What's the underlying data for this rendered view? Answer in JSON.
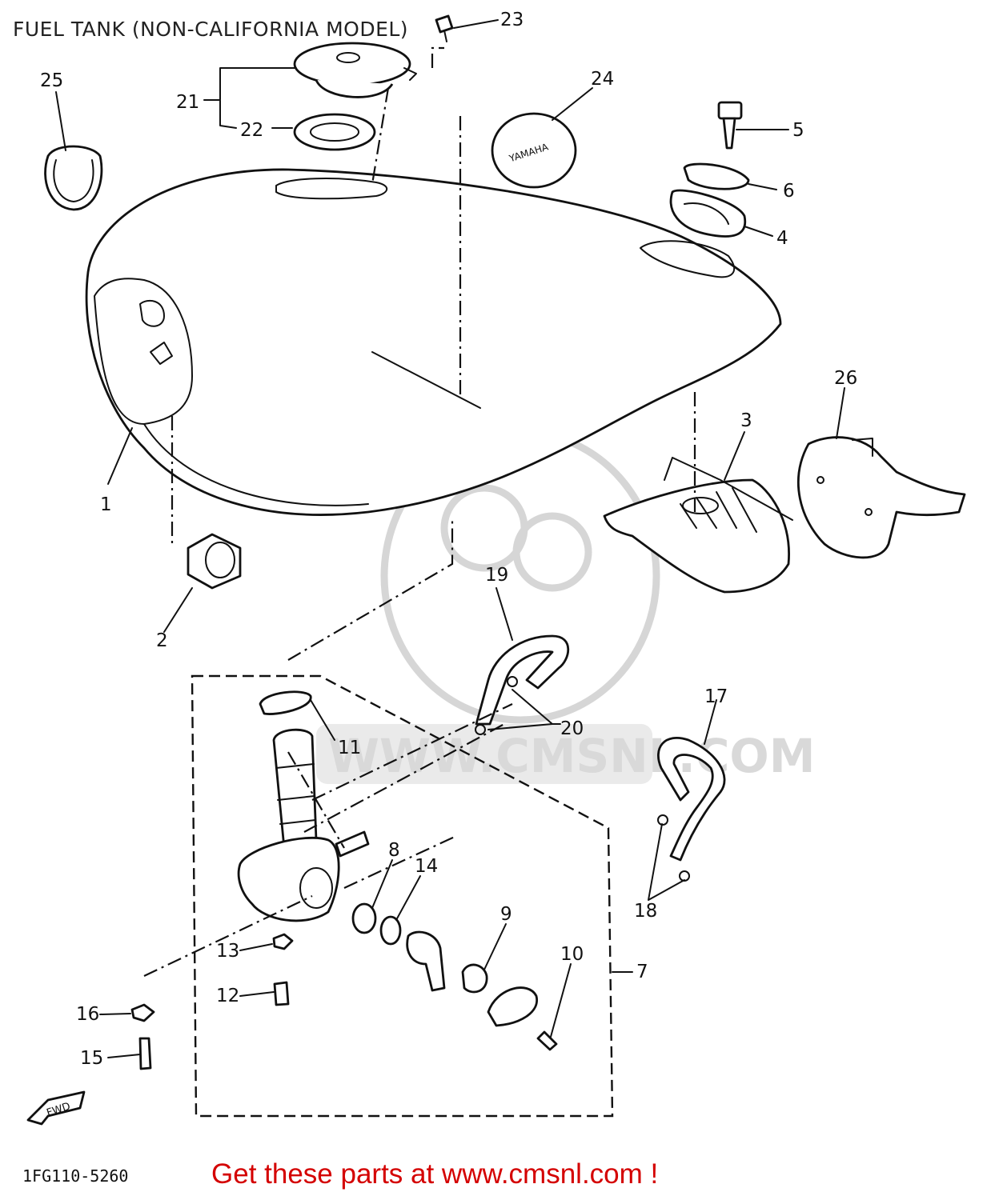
{
  "title": "FUEL TANK (NON-CALIFORNIA MODEL)",
  "drawing_code": "1FG110-5260",
  "footer": "Get these parts at www.cmsnl.com !",
  "watermark": "WWW.CMSNL.COM",
  "colors": {
    "footer": "#d40000",
    "watermark": "#d9d9d9",
    "ink": "#111111"
  },
  "callouts": {
    "c1": "1",
    "c2": "2",
    "c3": "3",
    "c4": "4",
    "c5": "5",
    "c6": "6",
    "c7": "7",
    "c8": "8",
    "c9": "9",
    "c10": "10",
    "c11": "11",
    "c12": "12",
    "c13": "13",
    "c14": "14",
    "c15": "15",
    "c16": "16",
    "c17": "17",
    "c18": "18",
    "c19": "19",
    "c20": "20",
    "c21": "21",
    "c22": "22",
    "c23": "23",
    "c24": "24",
    "c25": "25",
    "c26": "26"
  },
  "fwd_arrow": "FWD"
}
